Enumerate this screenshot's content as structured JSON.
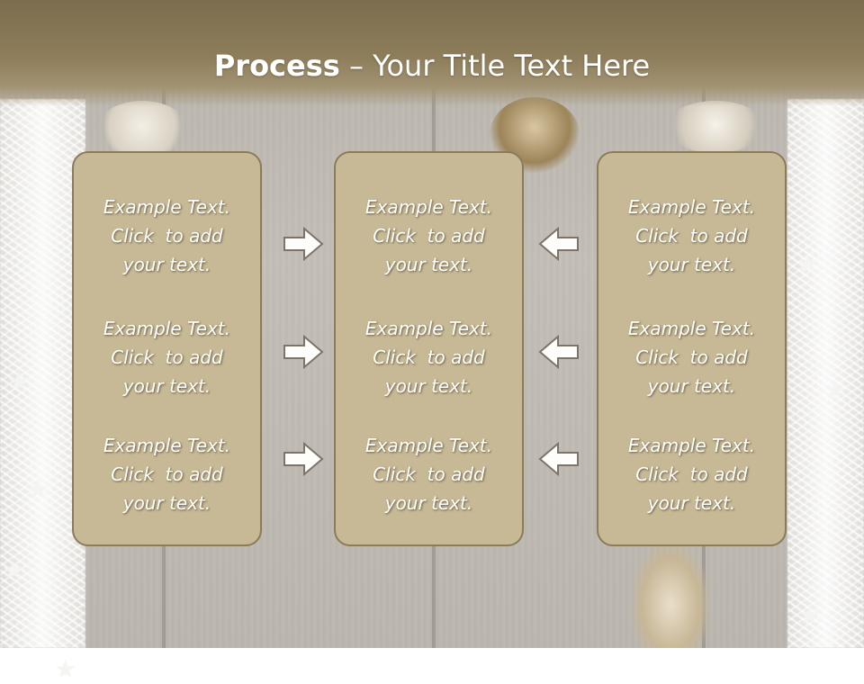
{
  "slide": {
    "title_bold": "Process",
    "title_rest": " – Your Title Text Here"
  },
  "columns": [
    {
      "items": [
        {
          "line1": "Example Text.",
          "line2": "Click  to add",
          "line3": "your text."
        },
        {
          "line1": "Example Text.",
          "line2": "Click  to add",
          "line3": "your text."
        },
        {
          "line1": "Example Text.",
          "line2": "Click  to add",
          "line3": "your text."
        }
      ]
    },
    {
      "items": [
        {
          "line1": "Example Text.",
          "line2": "Click  to add",
          "line3": "your text."
        },
        {
          "line1": "Example Text.",
          "line2": "Click  to add",
          "line3": "your text."
        },
        {
          "line1": "Example Text.",
          "line2": "Click  to add",
          "line3": "your text."
        }
      ]
    },
    {
      "items": [
        {
          "line1": "Example Text.",
          "line2": "Click  to add",
          "line3": "your text."
        },
        {
          "line1": "Example Text.",
          "line2": "Click  to add",
          "line3": "your text."
        },
        {
          "line1": "Example Text.",
          "line2": "Click  to add",
          "line3": "your text."
        }
      ]
    }
  ],
  "arrows": {
    "left_group": "right-arrow-icon",
    "right_group": "left-arrow-icon"
  },
  "colors": {
    "header": "#8e7e5b",
    "box_fill": "#c7b995",
    "box_border": "#8a7b5a",
    "text": "#ffffff"
  }
}
